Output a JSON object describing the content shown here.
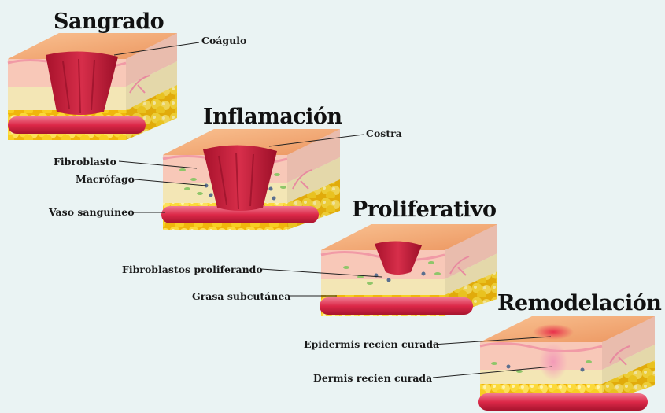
{
  "stages": [
    {
      "title": "Sangrado",
      "labels": [
        "Coágulo"
      ]
    },
    {
      "title": "Inflamación",
      "labels": [
        "Costra",
        "Fibroblasto",
        "Macrófago",
        "Vaso sanguíneo"
      ]
    },
    {
      "title": "Proliferativo",
      "labels": [
        "Fibroblastos proliferando",
        "Grasa subcutánea"
      ]
    },
    {
      "title": "Remodelación",
      "labels": [
        "Epidermis recien curada",
        "Dermis recien curada"
      ]
    }
  ],
  "colors": {
    "background": "#eaf3f3",
    "skin_surface": "#f3a774",
    "epidermis": "#f8c8b8",
    "dermis": "#f3e6b5",
    "fat": "#f8d21c",
    "vessel": "#e0284a",
    "wound": "#c7203c"
  }
}
